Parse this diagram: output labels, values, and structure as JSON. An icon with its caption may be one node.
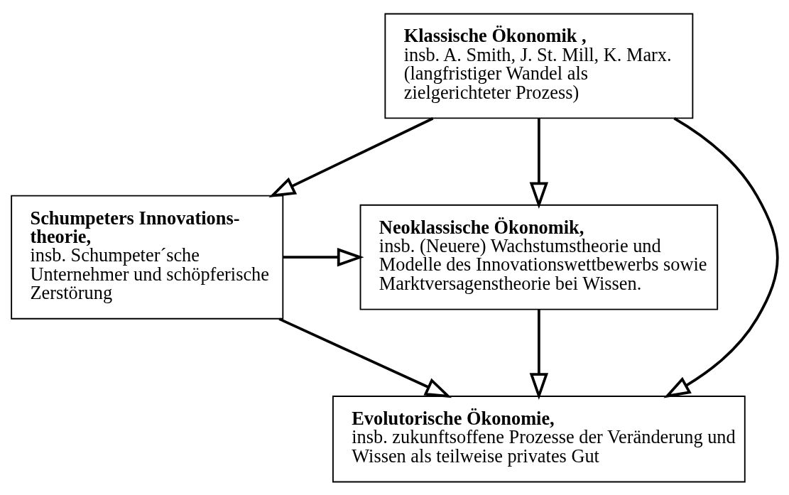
{
  "diagram": {
    "nodes": [
      {
        "text": [
          "Klassische Ökonomik ,",
          "insb. A. Smith, J. St. Mill, K. Marx. (langfristiger Wandel als zielgerichteter Prozess)"
        ]
      },
      {
        "text": [
          "Schumpeters Innovations- theorie,",
          "insb. Schumpeter´sche Unternehmer und schöpferische Zerstörung"
        ]
      },
      {
        "text": [
          "Neoklassische Ökonomik,",
          "insb. (Neuere) Wachstumstheorie und Modelle des Innovationswettbewerbs sowie Marktversagenstheorie bei Wissen."
        ]
      },
      {
        "text": [
          "Evolutorische Ökonomie,",
          "insb. zukunftsoffene Prozesse der Veränderung und Wissen als teilweise privates Gut"
        ]
      }
    ],
    "edges": [
      {
        "from": 0,
        "to": 1,
        "arrow": "to"
      },
      {
        "from": 0,
        "to": 2,
        "arrow": "to"
      },
      {
        "from": 0,
        "to": 3,
        "arrow": "to"
      },
      {
        "from": 1,
        "to": 2,
        "arrow": "to"
      },
      {
        "from": 1,
        "to": 3,
        "arrow": "to"
      },
      {
        "from": 2,
        "to": 3,
        "arrow": "to"
      }
    ]
  }
}
